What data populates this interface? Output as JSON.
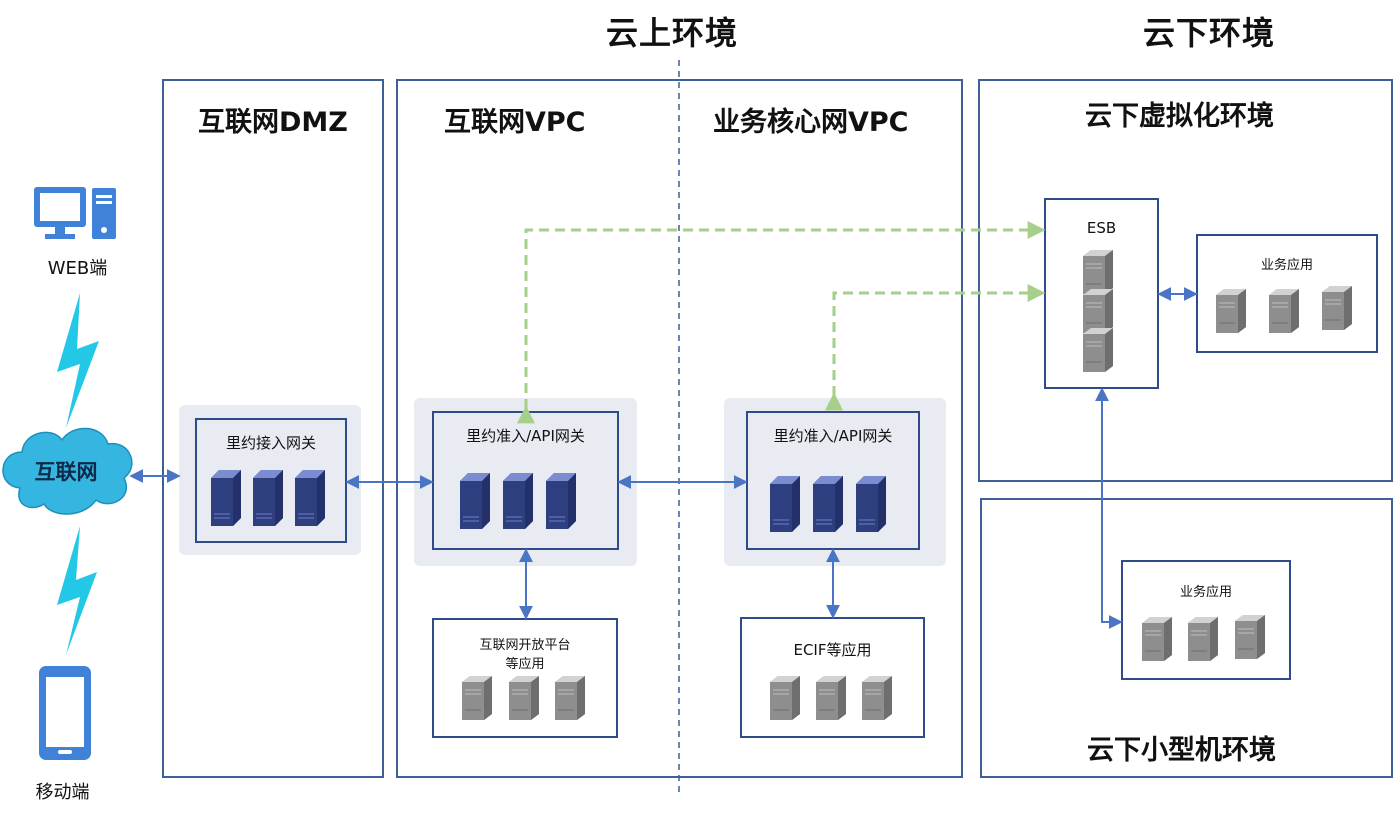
{
  "headers": {
    "cloud_on": "云上环境",
    "cloud_off": "云下环境"
  },
  "zones": {
    "dmz": "互联网DMZ",
    "internet_vpc": "互联网VPC",
    "core_vpc": "业务核心网VPC",
    "virtual": "云下虚拟化环境",
    "minicomputer": "云下小型机环境"
  },
  "clients": {
    "web": "WEB端",
    "mobile": "移动端",
    "internet": "互联网"
  },
  "nodes": {
    "access_gateway": "里约接入网关",
    "api_gateway_internet": "里约准入/API网关",
    "api_gateway_core": "里约准入/API网关",
    "open_platform_line1": "互联网开放平台",
    "open_platform_line2": "等应用",
    "ecif": "ECIF等应用",
    "esb": "ESB",
    "biz_app_virtual": "业务应用",
    "biz_app_mini": "业务应用"
  },
  "colors": {
    "border": "#3f5f98",
    "arrow": "#4a74c4",
    "dashed_green": "#a6d08a",
    "lightning": "#23c8e6",
    "cloud": "#35b6e0",
    "server_dark": "#2e3f80",
    "server_grey": "#8e8e8e",
    "zone_fill": "#e8ebf1"
  },
  "icons": [
    "desktop-computer-icon",
    "lightning-icon",
    "cloud-icon",
    "mobile-phone-icon",
    "server-icon"
  ]
}
